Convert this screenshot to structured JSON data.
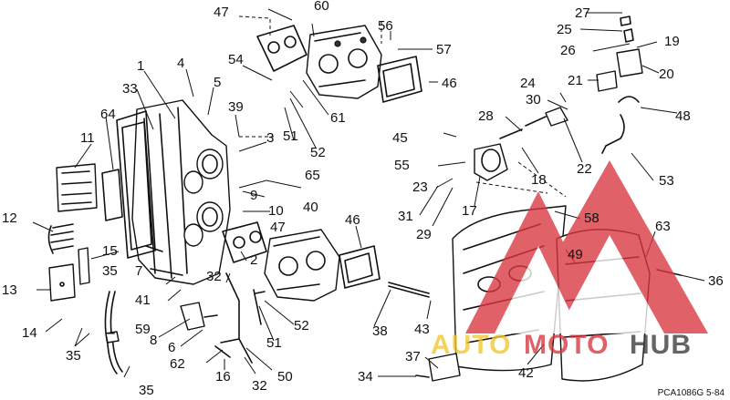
{
  "diagram": {
    "part_numbers": [
      "1",
      "2",
      "3",
      "4",
      "5",
      "6",
      "7",
      "8",
      "9",
      "10",
      "11",
      "12",
      "13",
      "14",
      "15",
      "16",
      "17",
      "18",
      "19",
      "20",
      "21",
      "22",
      "23",
      "24",
      "25",
      "26",
      "27",
      "28",
      "29",
      "30",
      "31",
      "32",
      "32",
      "33",
      "34",
      "35",
      "35",
      "35",
      "36",
      "37",
      "38",
      "39",
      "40",
      "41",
      "42",
      "43",
      "45",
      "46",
      "46",
      "47",
      "47",
      "48",
      "49",
      "50",
      "51",
      "51",
      "52",
      "52",
      "53",
      "54",
      "55",
      "56",
      "57",
      "58",
      "59",
      "60",
      "61",
      "62",
      "63",
      "64",
      "65"
    ],
    "reference_code": "PCA1086G   5-84"
  },
  "watermark": {
    "brand_part1": "AUTO",
    "brand_part2": "MOTO",
    "brand_part3": "HUB",
    "colors": {
      "red": "#d9363e",
      "yellow": "#f2c62f",
      "dark": "#3a3a3a"
    }
  }
}
